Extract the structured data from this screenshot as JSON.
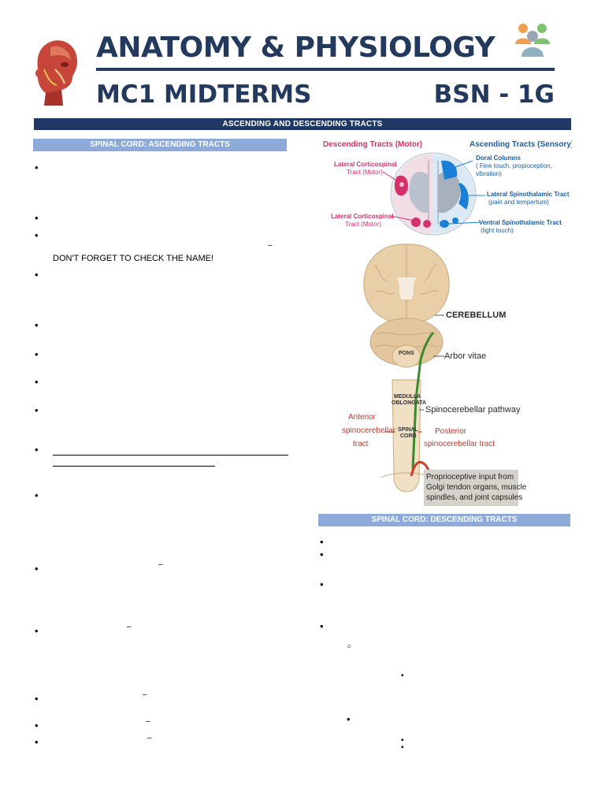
{
  "header": {
    "title": "ANATOMY & PHYSIOLOGY",
    "subtitle": "MC1 MIDTERMS",
    "section": "BSN - 1G",
    "head_icon": "anatomy-head-icon",
    "people_icon": "people-group-icon"
  },
  "banner": "ASCENDING AND DESCENDING TRACTS",
  "ascending": {
    "heading": "SPINAL CORD: ASCENDING TRACTS",
    "note": "DON'T FORGET TO CHECK THE NAME!"
  },
  "descending": {
    "heading": "SPINAL CORD: DESCENDING TRACTS"
  },
  "figure1": {
    "left_title": "Descending Tracts (Motor)",
    "right_title": "Ascending Tracts (Sensory)",
    "labels": {
      "lcs_top": "Lateral Corticospinal",
      "lcs_top_sub": "Tract (Motor)",
      "lcs_bottom": "Lateral Corticospinal",
      "lcs_bottom_sub": "Tract (Motor)",
      "dorsal": "Doral Columns",
      "dorsal_sub1": "( Fine touch, propioception,",
      "dorsal_sub2": "vibration)",
      "lst": "Lateral Spinothalamic Tract",
      "lst_sub": "(pain and temperture)",
      "vst": "Ventral Spinothalamic Tract",
      "vst_sub": "(light touch)"
    }
  },
  "figure2": {
    "cerebellum": "CEREBELLUM",
    "arbor": "Arbor vitae",
    "pons": "PONS",
    "medulla1": "MEDULLA",
    "medulla2": "OBLONGATA",
    "spinal1": "SPINAL",
    "spinal2": "CORD",
    "pathway": "Spinocerebellar pathway",
    "ant1": "Anterior",
    "ant2": "spinocerebellar",
    "ant3": "tract",
    "post1": "Posterior",
    "post2": "spinocerebellar tract",
    "prop1": "Proprioceptive input from",
    "prop2": "Golgi tendon organs, muscle",
    "prop3": "spindles, and joint capsules"
  },
  "glyphs": {
    "bullet": "•",
    "hollow": "○",
    "square": "▪",
    "dash": "–"
  },
  "colors": {
    "navy": "#233a5e",
    "banner": "#1f3864",
    "subhead": "#8eaadb",
    "motor_red": "#d6306b",
    "sensory_blue": "#1a7fd6"
  }
}
